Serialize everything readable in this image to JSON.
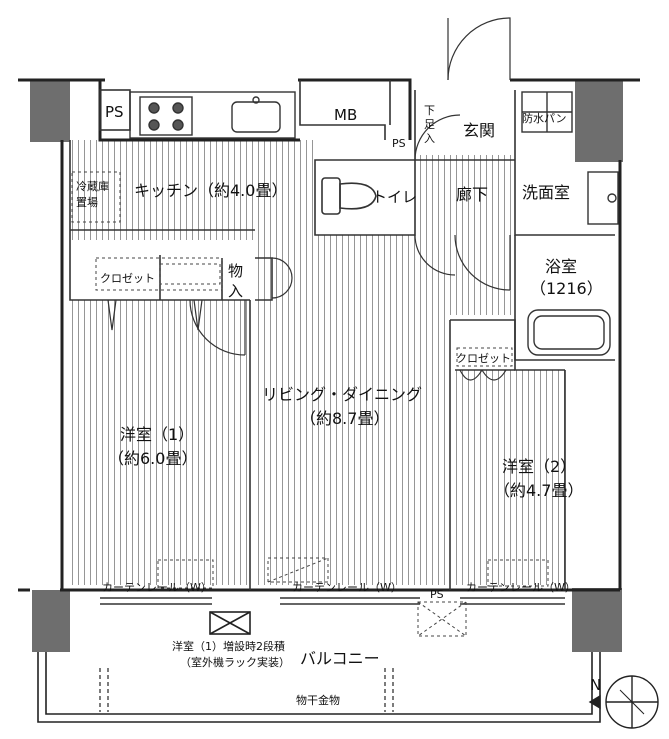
{
  "rooms": {
    "kitchen": "キッチン（約4.0畳）",
    "living": [
      "リビング・ダイニング",
      "（約8.7畳）"
    ],
    "western1": [
      "洋室（1）",
      "（約6.0畳）"
    ],
    "western2": [
      "洋室（2）",
      "（約4.7畳）"
    ],
    "entrance": "玄関",
    "hallway": "廊下",
    "toilet": "トイレ",
    "washroom": "洗面室",
    "bath": [
      "浴室",
      "（1216）"
    ],
    "balcony": "バルコニー"
  },
  "fixtures": {
    "ps_top": "PS",
    "ps_mid": "PS",
    "ps_bottom": "PS",
    "mb": "MB",
    "fridge": [
      "冷蔵庫",
      "置場"
    ],
    "shoe_storage": [
      "下",
      "足",
      "入"
    ],
    "closet1": "クロゼット",
    "closet2": "クロゼット",
    "storage": [
      "物",
      "入"
    ],
    "waterproof_pan": "防水パン",
    "curtain1": "カーテンレール（W）",
    "curtain2": "カーテンレール（W）",
    "curtain3": "カーテンレール（W）",
    "balcony_note": [
      "洋室（1）増設時2段積",
      "（室外機ラック実装）"
    ],
    "laundry_hanger": "物干金物",
    "north_mark": "N"
  }
}
